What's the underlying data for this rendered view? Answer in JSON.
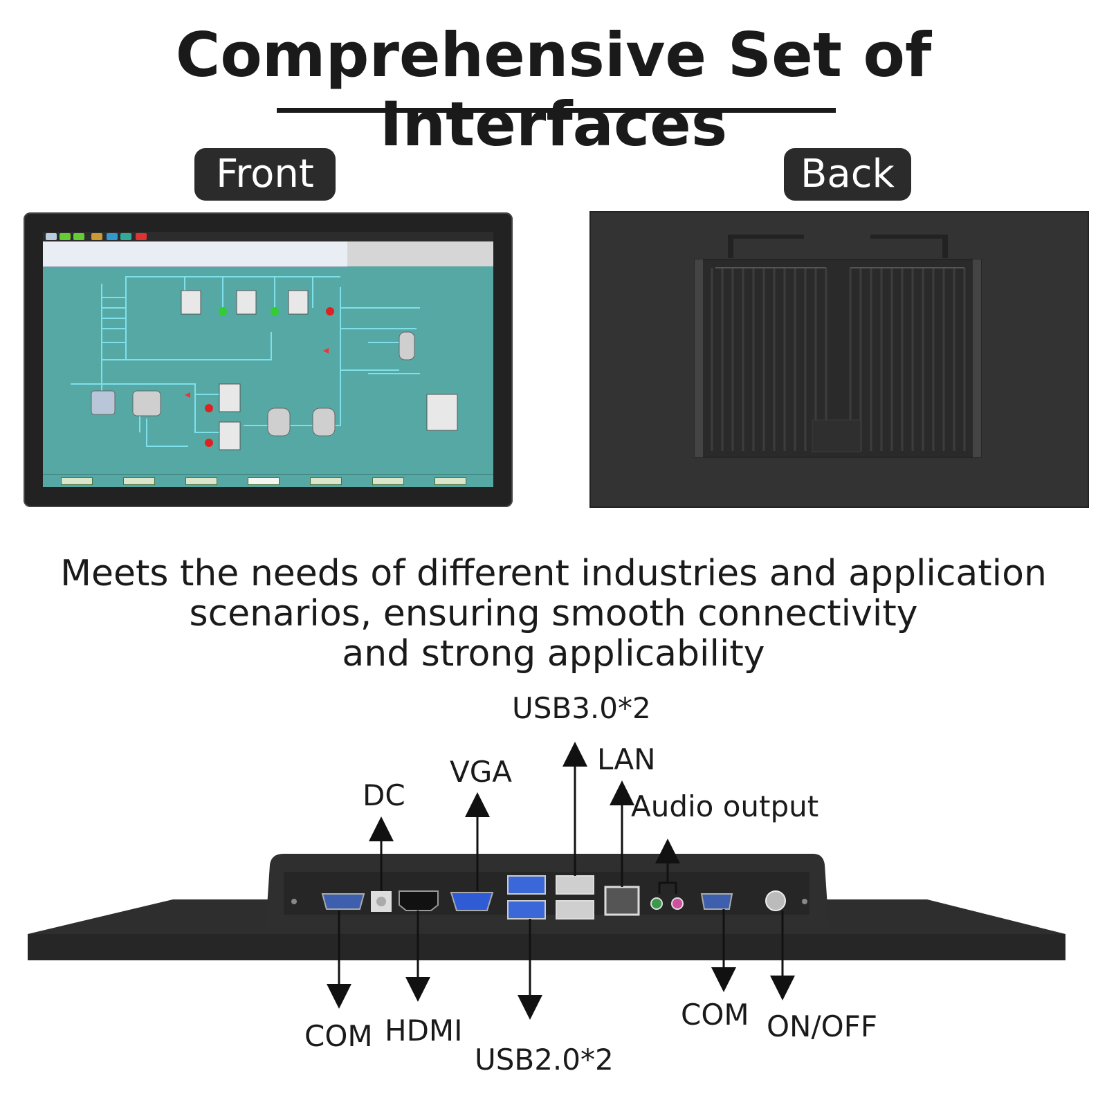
{
  "title": "Comprehensive Set of Interfaces",
  "front_label": "Front",
  "back_label": "Back",
  "description": [
    "Meets the needs of different industries and application",
    "scenarios, ensuring smooth connectivity",
    "and strong applicability"
  ],
  "ports": {
    "usb3": "USB3.0*2",
    "lan": "LAN",
    "vga": "VGA",
    "dc": "DC",
    "audio": "Audio output",
    "com_left": "COM",
    "hdmi": "HDMI",
    "usb2": "USB2.0*2",
    "com_right": "COM",
    "onoff": "ON/OFF"
  },
  "colors": {
    "text": "#1a1a1a",
    "pill_bg": "#2b2b2b",
    "screen_teal": "#56a8a4",
    "device_dark": "#2e2e2e"
  }
}
